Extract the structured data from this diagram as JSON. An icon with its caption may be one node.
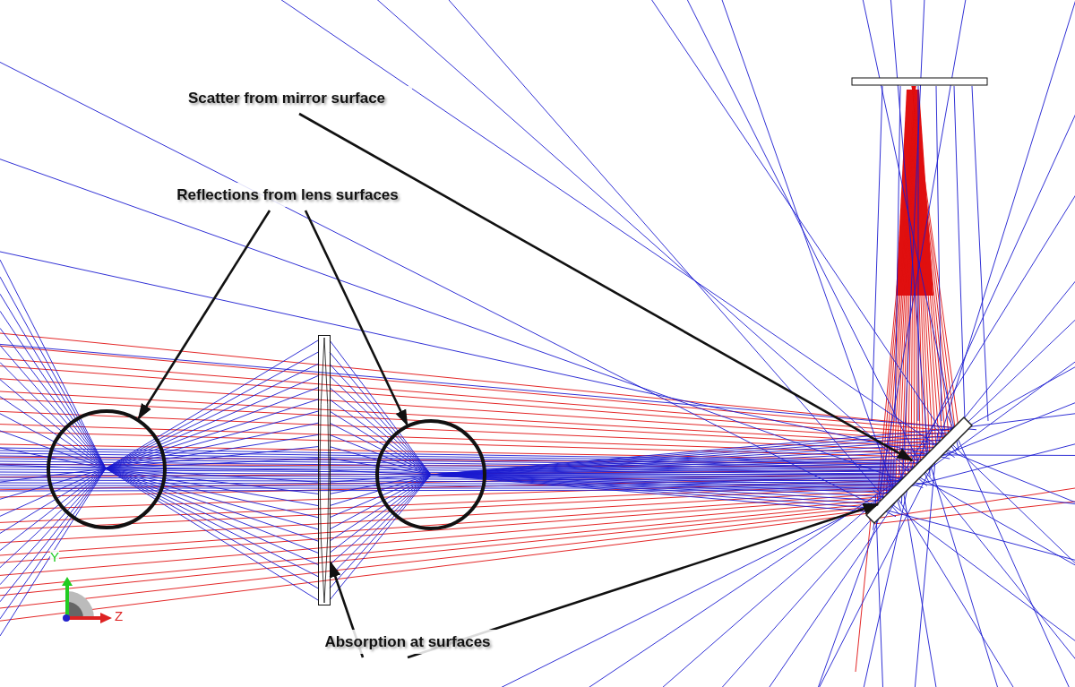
{
  "diagram": {
    "nodes": [
      {
        "text": [
          "Scatter from mirror surface"
        ]
      },
      {
        "text": [
          "Reflections from lens surfaces"
        ]
      },
      {
        "text": [],
        "shape": "circle"
      },
      {
        "text": [],
        "shape": "box"
      },
      {
        "text": [],
        "shape": "circle"
      },
      {
        "text": [],
        "shape": "bar"
      },
      {
        "text": [
          "Absorption at surfaces"
        ]
      }
    ],
    "edges": [
      {
        "from": 0,
        "to": 5,
        "arrow": "to"
      },
      {
        "from": 1,
        "to": 2,
        "arrow": "to"
      },
      {
        "from": 1,
        "to": 4,
        "arrow": "to"
      },
      {
        "from": 6,
        "to": 3,
        "arrow": "to"
      },
      {
        "from": 6,
        "to": 5,
        "arrow": "to"
      }
    ],
    "labels": [
      "Y",
      "Z"
    ]
  }
}
